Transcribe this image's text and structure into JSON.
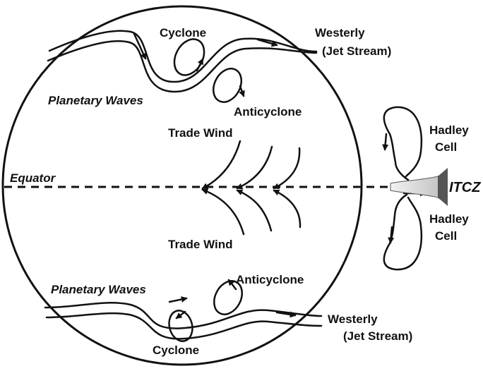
{
  "labels": {
    "cyclone_north": "Cyclone",
    "anticyclone_north": "Anticyclone",
    "westerly_north_line1": "Westerly",
    "westerly_north_line2": "(Jet Stream)",
    "planetary_waves_north": "Planetary Waves",
    "trade_wind_north": "Trade Wind",
    "equator": "Equator",
    "trade_wind_south": "Trade Wind",
    "planetary_waves_south": "Planetary Waves",
    "anticyclone_south": "Anticyclone",
    "westerly_south_line1": "Westerly",
    "westerly_south_line2": "(Jet Stream)",
    "cyclone_south": "Cyclone",
    "hadley_north_line1": "Hadley",
    "hadley_north_line2": "Cell",
    "hadley_south_line1": "Hadley",
    "hadley_south_line2": "Cell",
    "itcz": "ITCZ"
  },
  "colors": {
    "ink": "#111111",
    "background": "#ffffff",
    "itcz_cloud": "#d9d9d9"
  }
}
